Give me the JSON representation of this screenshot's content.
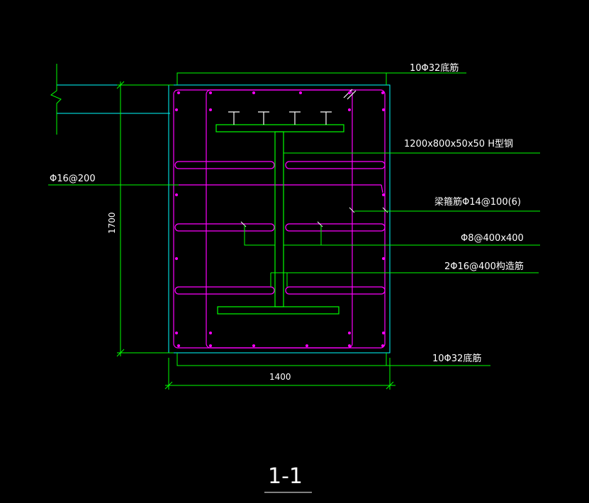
{
  "colors": {
    "background": "#000000",
    "leader_line": "#00ff00",
    "dimension_line": "#00ff00",
    "concrete_outline": "#00ffff",
    "rebar": "#ff00ff",
    "steel_section": "#00ff00",
    "text": "#ffffff"
  },
  "annotations": {
    "top_bars": "10Φ32底筋",
    "h_steel": "1200x800x50x50 H型钢",
    "side_bars": "Φ16@200",
    "stirrups": "梁箍筋Φ14@100(6)",
    "ties": "Φ8@400x400",
    "construction_bars": "2Φ16@400构造筋",
    "bottom_bars": "10Φ32底筋"
  },
  "dimensions": {
    "height": "1700",
    "width": "1400"
  },
  "section_title": "1-1"
}
